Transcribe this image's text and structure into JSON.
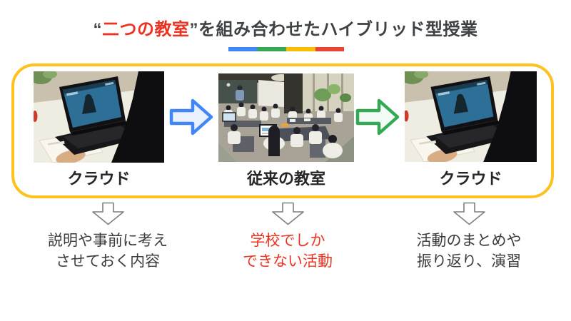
{
  "slide": {
    "title": {
      "quote_open": "“",
      "highlight": "二つの教室",
      "quote_close": "”",
      "rest": "を組み合わせたハイブリッド型授業"
    },
    "title_color": "#3F4245",
    "highlight_color": "#EA3323",
    "accent_bar_colors": [
      "#4285F4",
      "#34A853",
      "#FBBC05",
      "#EA4335"
    ]
  },
  "flow": {
    "box_border_color": "#FFC120",
    "steps": [
      {
        "label": "クラウド",
        "photo": "student-watching-lesson-on-laptop"
      },
      {
        "label": "従来の教室",
        "photo": "students-group-work-in-classroom"
      },
      {
        "label": "クラウド",
        "photo": "student-watching-lesson-on-laptop"
      }
    ],
    "arrows": [
      {
        "direction": "right",
        "stroke": "#4285F4",
        "fill": "#E9F1FD"
      },
      {
        "direction": "right",
        "stroke": "#34A853",
        "fill": "#F4FAF5"
      }
    ],
    "down_arrow": {
      "stroke": "#7F7F7F",
      "fill": "#FFFFFF"
    }
  },
  "notes": [
    {
      "lines": [
        "説明や事前に考え",
        "させておく内容"
      ],
      "color": "#3B3B3B"
    },
    {
      "lines": [
        "学校でしか",
        "できない活動"
      ],
      "color": "#EA3323"
    },
    {
      "lines": [
        "活動のまとめや",
        "振り返り、演習"
      ],
      "color": "#3B3B3B"
    }
  ]
}
